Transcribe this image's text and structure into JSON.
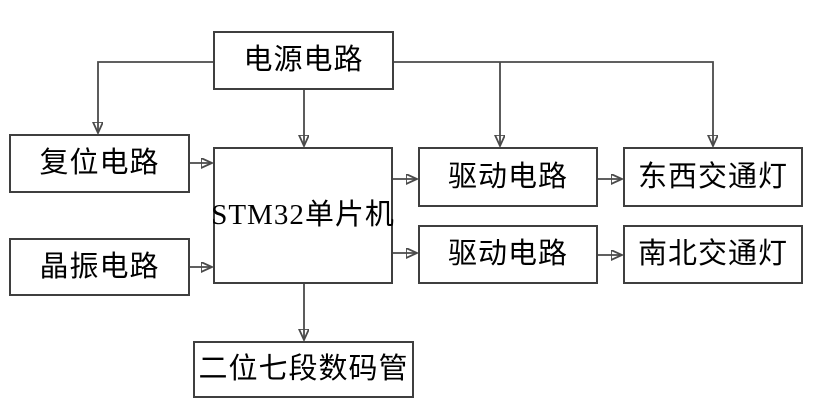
{
  "colors": {
    "background": "#ffffff",
    "box_border": "#3f3f3f",
    "connector": "#4a4a4a",
    "arrowhead": "#111111",
    "text": "#000000"
  },
  "nodes": {
    "power": {
      "label": "电源电路"
    },
    "reset": {
      "label": "复位电路"
    },
    "crystal": {
      "label": "晶振电路"
    },
    "mcu": {
      "label": "STM32单片机"
    },
    "driver_top": {
      "label": "驱动电路"
    },
    "driver_bottom": {
      "label": "驱动电路"
    },
    "ew_light": {
      "label": "东西交通灯"
    },
    "ns_light": {
      "label": "南北交通灯"
    },
    "display": {
      "label": "二位七段数码管"
    }
  },
  "edges": [
    {
      "from": "power",
      "to": "reset"
    },
    {
      "from": "power",
      "to": "mcu"
    },
    {
      "from": "power",
      "to": "driver_top"
    },
    {
      "from": "power",
      "to": "ew_light"
    },
    {
      "from": "reset",
      "to": "mcu"
    },
    {
      "from": "crystal",
      "to": "mcu"
    },
    {
      "from": "mcu",
      "to": "driver_top"
    },
    {
      "from": "mcu",
      "to": "driver_bottom"
    },
    {
      "from": "driver_top",
      "to": "ew_light"
    },
    {
      "from": "driver_bottom",
      "to": "ns_light"
    },
    {
      "from": "mcu",
      "to": "display"
    }
  ]
}
